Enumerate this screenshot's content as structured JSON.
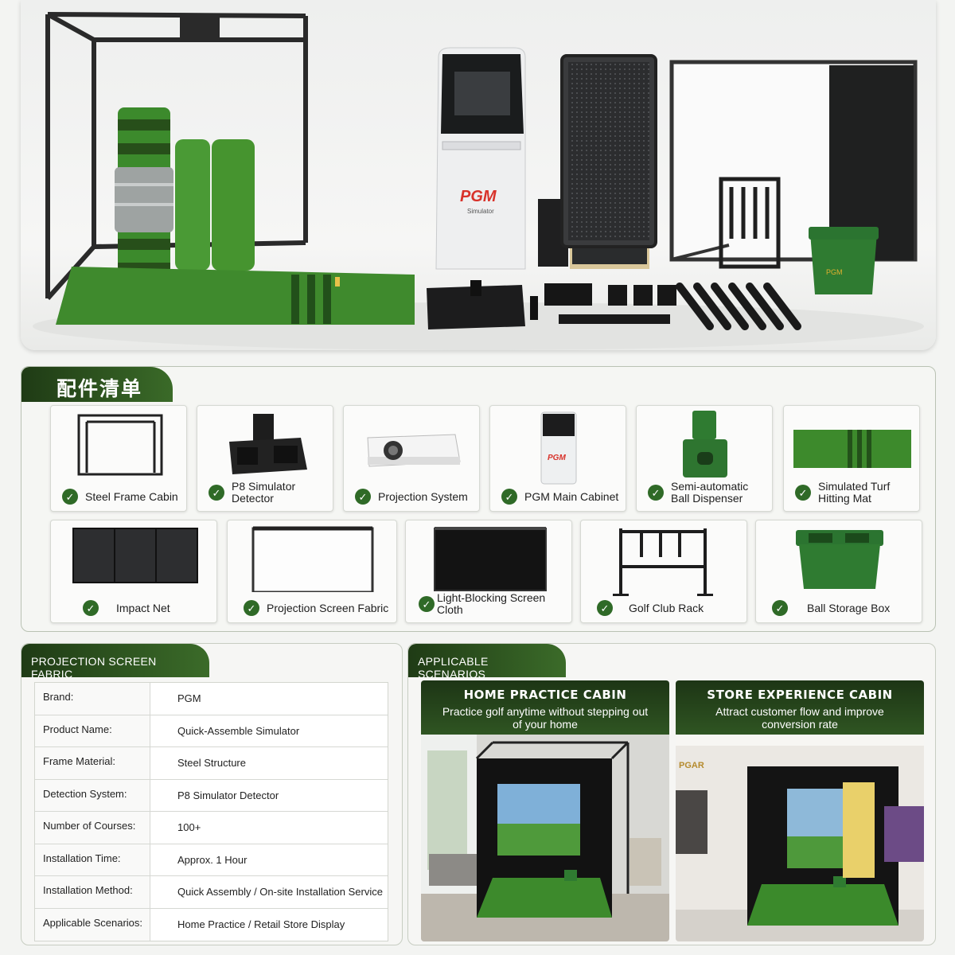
{
  "hero": {
    "cabinet_logo": "PGM",
    "cabinet_sub": "Simulator",
    "ball_box_logo": "PGM"
  },
  "accessories": {
    "title": "配件清单",
    "items": [
      {
        "label": "Steel Frame Cabin",
        "icon": "steel-frame-icon"
      },
      {
        "label": "P8 Simulator Detector",
        "icon": "detector-icon"
      },
      {
        "label": "Projection System",
        "icon": "projector-icon"
      },
      {
        "label": "PGM Main Cabinet",
        "icon": "cabinet-icon"
      },
      {
        "label": "Semi-automatic Ball Dispenser",
        "icon": "ball-dispenser-icon"
      },
      {
        "label": "Simulated Turf Hitting Mat",
        "icon": "turf-mat-icon"
      },
      {
        "label": "Impact Net",
        "icon": "impact-net-icon"
      },
      {
        "label": "Projection Screen Fabric",
        "icon": "screen-fabric-icon"
      },
      {
        "label": "Light-Blocking Screen Cloth",
        "icon": "screen-cloth-icon"
      },
      {
        "label": "Golf Club Rack",
        "icon": "club-rack-icon"
      },
      {
        "label": "Ball Storage Box",
        "icon": "ball-box-icon"
      }
    ],
    "check_glyph": "✓"
  },
  "spec": {
    "title": "PROJECTION SCREEN FABRIC",
    "rows": [
      {
        "k": "Brand:",
        "v": "PGM"
      },
      {
        "k": "Product Name:",
        "v": "Quick-Assemble Simulator"
      },
      {
        "k": "Frame Material:",
        "v": "Steel Structure"
      },
      {
        "k": "Detection System:",
        "v": "P8 Simulator Detector"
      },
      {
        "k": "Number of Courses:",
        "v": "100+"
      },
      {
        "k": "Installation Time:",
        "v": "Approx. 1 Hour"
      },
      {
        "k": "Installation Method:",
        "v": "Quick Assembly / On-site Installation Service"
      },
      {
        "k": "Applicable Scenarios:",
        "v": "Home Practice / Retail Store Display"
      }
    ]
  },
  "scenarios": {
    "title": "APPLICABLE SCENARIOS",
    "cards": [
      {
        "title": "HOME PRACTICE CABIN",
        "desc": "Practice golf anytime without stepping out of your home"
      },
      {
        "title": "STORE EXPERIENCE CABIN",
        "desc": "Attract customer flow and improve conversion rate",
        "sign": "PGAR"
      }
    ]
  },
  "colors": {
    "brand_green": "#2f6a27",
    "dark_green": "#1f3b15",
    "pgm_red": "#d8322a"
  }
}
